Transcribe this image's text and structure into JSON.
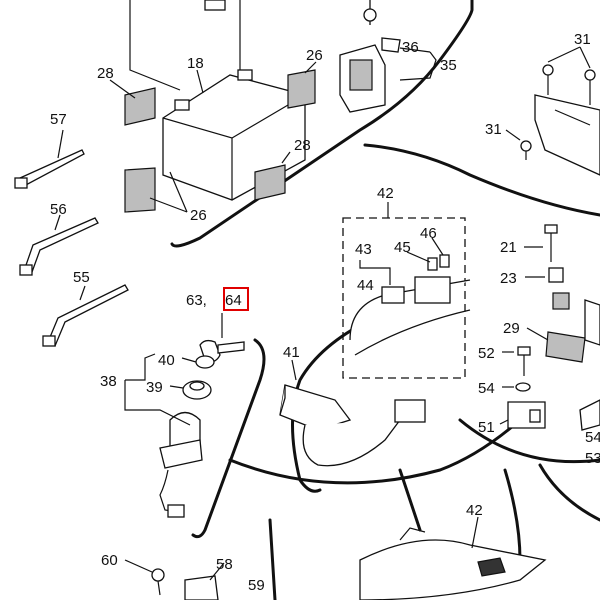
{
  "callouts": {
    "c18": "18",
    "c26a": "26",
    "c26b": "26",
    "c28a": "28",
    "c28b": "28",
    "c35": "35",
    "c36": "36",
    "c31a": "31",
    "c31b": "31",
    "c57": "57",
    "c56": "56",
    "c55": "55",
    "c42a": "42",
    "c42b": "42",
    "c43": "43",
    "c44": "44",
    "c45": "45",
    "c46": "46",
    "c21": "21",
    "c23": "23",
    "c29": "29",
    "c52": "52",
    "c54a": "54",
    "c54b": "54",
    "c51": "51",
    "c53": "53",
    "c63": "63,",
    "c64": "64",
    "c40": "40",
    "c38": "38",
    "c39": "39",
    "c41": "41",
    "c60": "60",
    "c58": "58",
    "c59": "59"
  },
  "highlight": {
    "label": "64",
    "color": "#e00000"
  }
}
